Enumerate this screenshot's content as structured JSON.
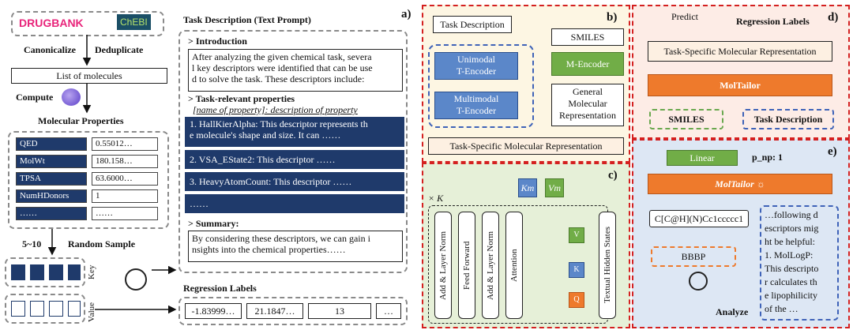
{
  "panel_a": {
    "letter": "a)",
    "sources": {
      "drugbank": "DRUGBANK",
      "chebi": "ChEBI"
    },
    "canonicalize": "Canonicalize",
    "deduplicate": "Deduplicate",
    "list_of_molecules": "List of molecules",
    "compute": "Compute",
    "molecular_properties": "Molecular Properties",
    "properties": [
      {
        "name": "QED",
        "value": "0.55012…"
      },
      {
        "name": "MolWt",
        "value": "180.158…"
      },
      {
        "name": "TPSA",
        "value": "63.6000…"
      },
      {
        "name": "NumHDonors",
        "value": "1"
      },
      {
        "name": "……",
        "value": "……"
      }
    ],
    "sample_range": "5~10",
    "random_sample": "Random Sample",
    "key_label": "Key",
    "value_label": "Value",
    "task_description_title": "Task Description (Text Prompt)",
    "introduction_heading": "> Introduction",
    "introduction_text": [
      "After analyzing the given chemical task, severa",
      "l key descriptors were identified that can be use",
      "d to solve the task. These descriptors include:"
    ],
    "task_relevant_heading": "> Task-relevant properties",
    "task_relevant_template": "[name of property]: description of property",
    "task_items": [
      [
        "1. HallKierAlpha: This descriptor represents th",
        "e molecule's shape and size. It can ……"
      ],
      [
        "2. VSA_EState2: This descriptor  ……"
      ],
      [
        "3. HeavyAtomCount: This descriptor ……"
      ],
      [
        "……"
      ]
    ],
    "summary_heading": "> Summary:",
    "summary_text": [
      "By considering these descriptors, we can gain i",
      "nsights into the chemical properties……"
    ],
    "regression_labels_title": "Regression Labels",
    "regression_values": [
      "-1.83999…",
      "21.1847…",
      "13",
      "…"
    ]
  },
  "panel_b": {
    "letter": "b)",
    "task_description": "Task Description",
    "smiles": "SMILES",
    "unimodal": [
      "Unimodal",
      "T-Encoder"
    ],
    "multimodal": [
      "Multimodal",
      "T-Encoder"
    ],
    "m_encoder": "M-Encoder",
    "general_rep": [
      "General",
      "Molecular",
      "Representation"
    ],
    "task_specific": "Task-Specific Molecular Representation"
  },
  "panel_c": {
    "letter": "c)",
    "repeat": "× K",
    "km": "Km",
    "vm": "Vm",
    "columns": [
      "Add & Layer Norm",
      "Feed Forward",
      "Add & Layer Norm",
      "Attention"
    ],
    "hidden_states": "Textual Hidden States",
    "v_label": "V",
    "k_label": "K",
    "q_label": "Q"
  },
  "panel_d": {
    "letter": "d)",
    "predict": "Predict",
    "regression_labels": "Regression Labels",
    "task_specific": "Task-Specific Molecular Representation",
    "moltailor": "MolTailor",
    "smiles": "SMILES",
    "task_description": "Task Description"
  },
  "panel_e": {
    "letter": "e)",
    "linear": "Linear",
    "output": "p_np: 1",
    "moltailor": "MolTailor ☼",
    "smiles_string": "C[C@H](N)Cc1ccccc1",
    "bbbp": "BBBP",
    "analyze": "Analyze",
    "description_lines": [
      "…following d",
      "escriptors mig",
      "ht be helpful:",
      "1. MolLogP:",
      "This descripto",
      "r calculates th",
      "e lipophilicity",
      "of the …"
    ]
  },
  "colors": {
    "blue": "#5b87c9",
    "green": "#71ad47",
    "orange": "#ee7a2c",
    "navy": "#1f3a6b",
    "red_dash": "#d42020",
    "panel_b_bg": "#fdf6e3",
    "panel_c_bg": "#e6f0d8",
    "panel_d_bg": "#fdece6",
    "panel_e_bg": "#dde7f4"
  }
}
